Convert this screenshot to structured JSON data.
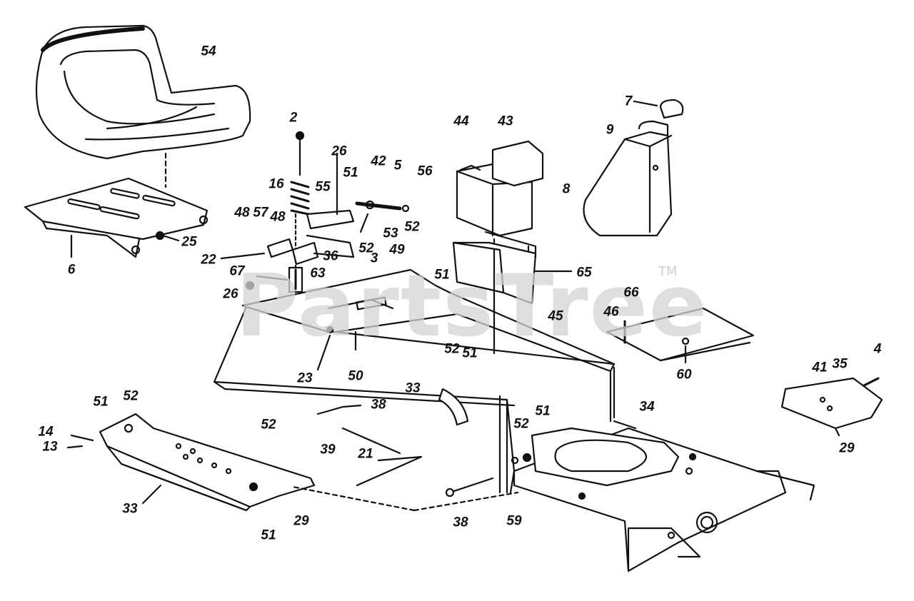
{
  "watermark": {
    "brand": "PartsTree",
    "tm": "TM"
  },
  "callouts": [
    {
      "id": "54",
      "text": "54"
    },
    {
      "id": "6",
      "text": "6"
    },
    {
      "id": "25",
      "text": "25"
    },
    {
      "id": "2",
      "text": "2"
    },
    {
      "id": "16",
      "text": "16"
    },
    {
      "id": "26a",
      "text": "26"
    },
    {
      "id": "55",
      "text": "55"
    },
    {
      "id": "51a",
      "text": "51"
    },
    {
      "id": "42",
      "text": "42"
    },
    {
      "id": "5",
      "text": "5"
    },
    {
      "id": "56",
      "text": "56"
    },
    {
      "id": "53",
      "text": "53"
    },
    {
      "id": "48a",
      "text": "48"
    },
    {
      "id": "57",
      "text": "57"
    },
    {
      "id": "48b",
      "text": "48"
    },
    {
      "id": "22",
      "text": "22"
    },
    {
      "id": "36",
      "text": "36"
    },
    {
      "id": "52a",
      "text": "52"
    },
    {
      "id": "63",
      "text": "63"
    },
    {
      "id": "67",
      "text": "67"
    },
    {
      "id": "26b",
      "text": "26"
    },
    {
      "id": "3",
      "text": "3"
    },
    {
      "id": "49",
      "text": "49"
    },
    {
      "id": "52b",
      "text": "52"
    },
    {
      "id": "51b",
      "text": "51"
    },
    {
      "id": "44",
      "text": "44"
    },
    {
      "id": "43",
      "text": "43"
    },
    {
      "id": "65",
      "text": "65"
    },
    {
      "id": "7",
      "text": "7"
    },
    {
      "id": "9",
      "text": "9"
    },
    {
      "id": "8",
      "text": "8"
    },
    {
      "id": "66",
      "text": "66"
    },
    {
      "id": "46",
      "text": "46"
    },
    {
      "id": "45",
      "text": "45"
    },
    {
      "id": "60",
      "text": "60"
    },
    {
      "id": "52c",
      "text": "52"
    },
    {
      "id": "51c",
      "text": "51"
    },
    {
      "id": "23",
      "text": "23"
    },
    {
      "id": "50",
      "text": "50"
    },
    {
      "id": "33a",
      "text": "33"
    },
    {
      "id": "4",
      "text": "4"
    },
    {
      "id": "41",
      "text": "41"
    },
    {
      "id": "35",
      "text": "35"
    },
    {
      "id": "29a",
      "text": "29"
    },
    {
      "id": "34",
      "text": "34"
    },
    {
      "id": "38a",
      "text": "38"
    },
    {
      "id": "51d",
      "text": "51"
    },
    {
      "id": "52d",
      "text": "52"
    },
    {
      "id": "14",
      "text": "14"
    },
    {
      "id": "13",
      "text": "13"
    },
    {
      "id": "52e",
      "text": "52"
    },
    {
      "id": "39",
      "text": "39"
    },
    {
      "id": "21",
      "text": "21"
    },
    {
      "id": "52f",
      "text": "52"
    },
    {
      "id": "51e",
      "text": "51"
    },
    {
      "id": "33b",
      "text": "33"
    },
    {
      "id": "51f",
      "text": "51"
    },
    {
      "id": "29b",
      "text": "29"
    },
    {
      "id": "38b",
      "text": "38"
    },
    {
      "id": "59",
      "text": "59"
    }
  ]
}
